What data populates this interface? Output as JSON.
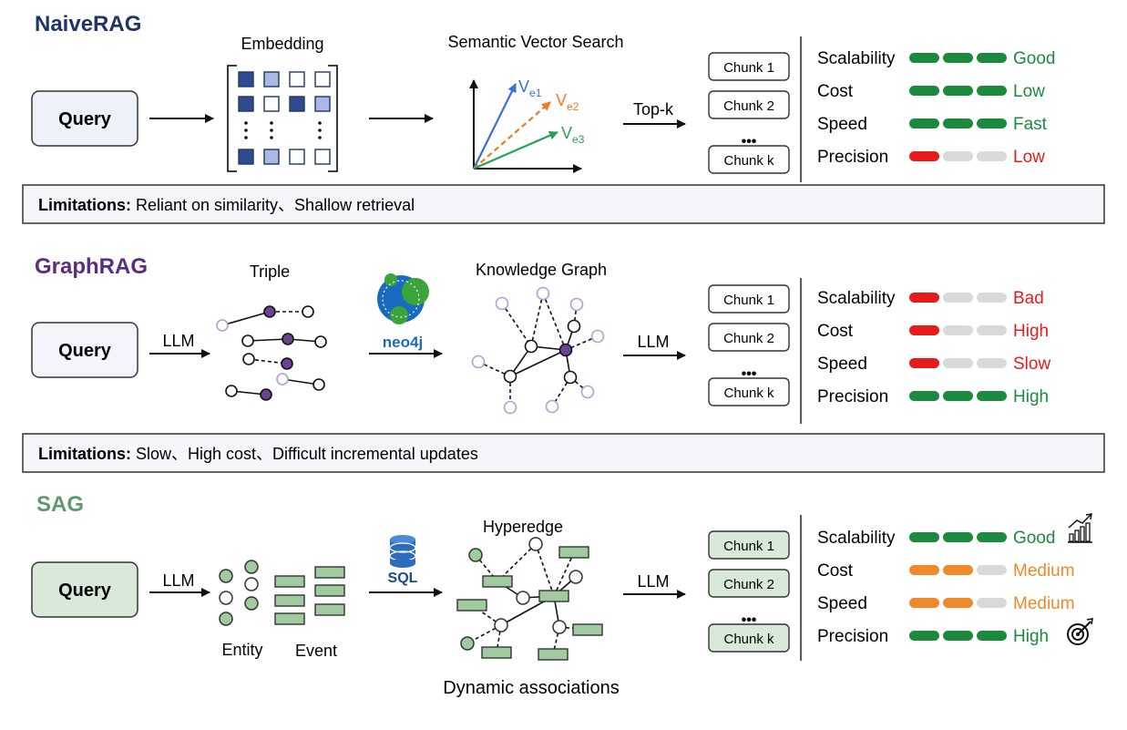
{
  "colors": {
    "naive_title": "#1f3567",
    "graph_title": "#5a2d82",
    "sag_title": "#5b9a6f",
    "good": "#1c8a3e",
    "bad": "#e81b1b",
    "medium": "#f0892a",
    "inactive": "#d9d9d9",
    "matrix_dark": "#2e4b8f",
    "matrix_light": "#a9b9e3",
    "graph_node_purple": "#6a4195",
    "graph_node_light": "#b79bd9",
    "sag_fill": "#9fcb9f",
    "sag_box_bg": "#d9e9d9",
    "query_naive_bg": "#edf2f8",
    "query_graph_bg": "#f5f3fb",
    "neo4j_green": "#3aa33a",
    "neo4j_blue": "#1a6bbd",
    "vector_blue": "#3b6fd6",
    "vector_orange": "#f07a22",
    "vector_green": "#27a05a"
  },
  "naive": {
    "title": "NaiveRAG",
    "query": "Query",
    "embedding_label": "Embedding",
    "search_label": "Semantic Vector Search",
    "vectors": [
      {
        "base": "V",
        "sub": "e1"
      },
      {
        "base": "V",
        "sub": "e2"
      },
      {
        "base": "V",
        "sub": "e3"
      }
    ],
    "arrow_label": "Top-k",
    "chunks": [
      "Chunk 1",
      "Chunk 2",
      "Chunk k"
    ],
    "ellipsis": "•••",
    "metrics": [
      {
        "name": "Scalability",
        "value": "Good",
        "level": "good",
        "bars": 3
      },
      {
        "name": "Cost",
        "value": "Low",
        "level": "good",
        "bars": 3
      },
      {
        "name": "Speed",
        "value": "Fast",
        "level": "good",
        "bars": 3
      },
      {
        "name": "Precision",
        "value": "Low",
        "level": "bad",
        "bars": 1
      }
    ],
    "limitations_label": "Limitations:",
    "limitations_text": " Reliant on similarity、Shallow retrieval"
  },
  "graph": {
    "title": "GraphRAG",
    "query": "Query",
    "arrow1_label": "LLM",
    "triple_label": "Triple",
    "neo4j_label": "neo4j",
    "kg_label": "Knowledge Graph",
    "arrow2_label": "LLM",
    "chunks": [
      "Chunk 1",
      "Chunk 2",
      "Chunk k"
    ],
    "ellipsis": "•••",
    "metrics": [
      {
        "name": "Scalability",
        "value": "Bad",
        "level": "bad",
        "bars": 1
      },
      {
        "name": "Cost",
        "value": "High",
        "level": "bad",
        "bars": 1
      },
      {
        "name": "Speed",
        "value": "Slow",
        "level": "bad",
        "bars": 1
      },
      {
        "name": "Precision",
        "value": "High",
        "level": "good",
        "bars": 3
      }
    ],
    "limitations_label": "Limitations:",
    "limitations_text": " Slow、High cost、Difficult incremental updates"
  },
  "sag": {
    "title": "SAG",
    "query": "Query",
    "arrow1_label": "LLM",
    "entity_label": "Entity",
    "event_label": "Event",
    "sql_label": "SQL",
    "hyperedge_label": "Hyperedge",
    "arrow2_label": "LLM",
    "chunks": [
      "Chunk 1",
      "Chunk 2",
      "Chunk k"
    ],
    "ellipsis": "•••",
    "dynamic_label": "Dynamic associations",
    "metrics": [
      {
        "name": "Scalability",
        "value": "Good",
        "level": "good",
        "bars": 3,
        "icon": "bar-chart-growth-icon"
      },
      {
        "name": "Cost",
        "value": "Medium",
        "level": "medium",
        "bars": 2
      },
      {
        "name": "Speed",
        "value": "Medium",
        "level": "medium",
        "bars": 2
      },
      {
        "name": "Precision",
        "value": "High",
        "level": "good",
        "bars": 3,
        "icon": "target-icon"
      }
    ]
  }
}
